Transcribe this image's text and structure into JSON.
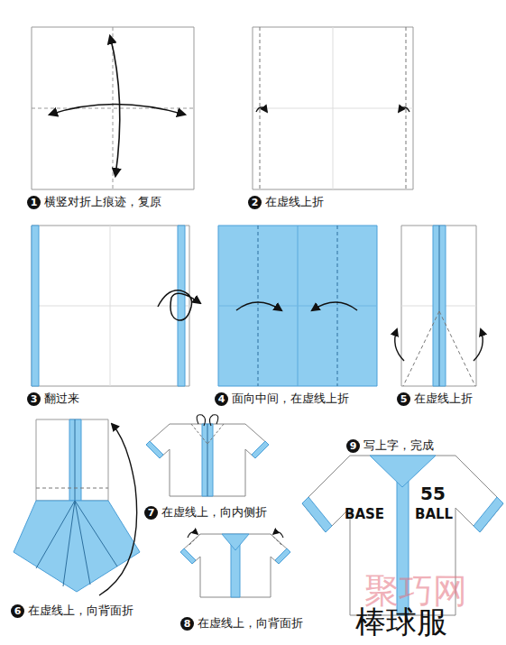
{
  "diagram": {
    "title": "棒球服",
    "nodes": [
      {
        "text": [
          "1",
          "横竖对折上痕迹，复原"
        ]
      },
      {
        "text": [
          "2",
          "在虚线上折"
        ]
      },
      {
        "text": [
          "3",
          "翻过来"
        ]
      },
      {
        "text": [
          "4",
          "面向中间，在虚线上折"
        ]
      },
      {
        "text": [
          "5",
          "在虚线上折"
        ]
      },
      {
        "text": [
          "6",
          "在虚线上，向背面折"
        ]
      },
      {
        "text": [
          "7",
          "在虚线上，向内侧折"
        ]
      },
      {
        "text": [
          "8",
          "在虚线上，向背面折"
        ]
      },
      {
        "text": [
          "9",
          "写上字，完成"
        ]
      }
    ],
    "edges": [],
    "labels": [
      "55",
      "BASE",
      "BALL",
      "聚巧网"
    ]
  }
}
